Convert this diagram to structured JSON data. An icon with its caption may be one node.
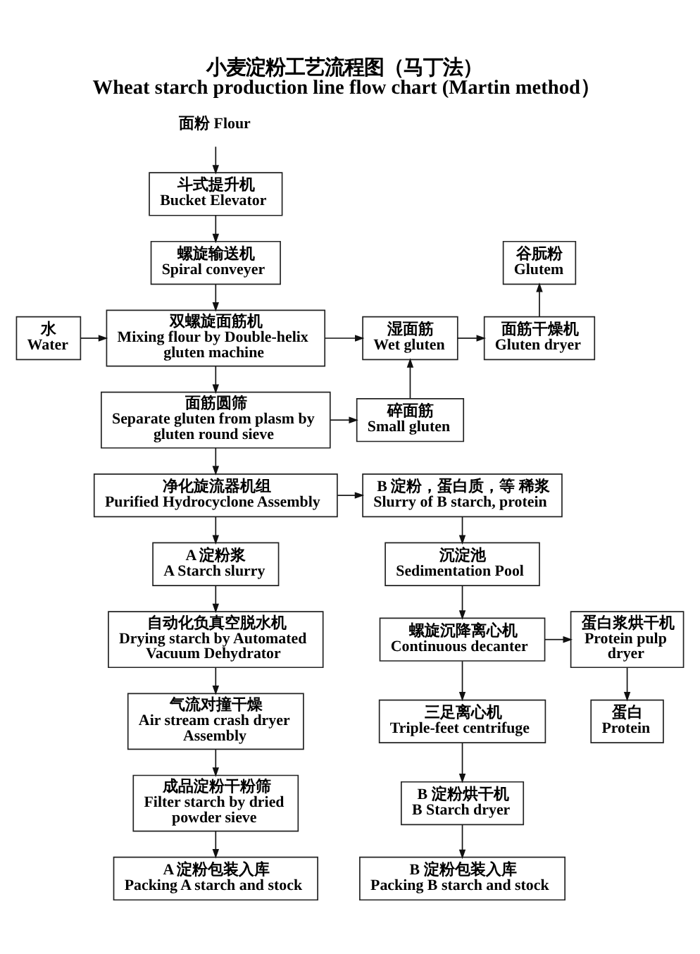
{
  "diagram": {
    "title": "小麦淀粉工艺流程图（马丁法） Wheat starch production line flow chart (Martin method）",
    "nodes": [
      {
        "text": [
          "面粉 Flour"
        ]
      },
      {
        "text": [
          "斗式提升机",
          "Bucket Elevator"
        ]
      },
      {
        "text": [
          "螺旋输送机",
          "Spiral conveyer"
        ]
      },
      {
        "text": [
          "谷朊粉",
          "Glutem"
        ]
      },
      {
        "text": [
          "水",
          "Water"
        ]
      },
      {
        "text": [
          "双螺旋面筋机",
          "Mixing flour by Double-helix gluten machine"
        ]
      },
      {
        "text": [
          "湿面筋",
          "Wet gluten"
        ]
      },
      {
        "text": [
          "面筋干燥机",
          "Gluten dryer"
        ]
      },
      {
        "text": [
          "面筋圆筛",
          "Separate gluten from plasm by gluten round sieve"
        ]
      },
      {
        "text": [
          "碎面筋",
          "Small gluten"
        ]
      },
      {
        "text": [
          "净化旋流器机组",
          "Purified Hydrocyclone Assembly"
        ]
      },
      {
        "text": [
          "B 淀粉，蛋白质，等 稀浆",
          "Slurry of B starch, protein"
        ]
      },
      {
        "text": [
          "A 淀粉浆",
          "A Starch slurry"
        ]
      },
      {
        "text": [
          "沉淀池",
          "Sedimentation Pool"
        ]
      },
      {
        "text": [
          "自动化负真空脱水机",
          "Drying starch by Automated Vacuum Dehydrator"
        ]
      },
      {
        "text": [
          "螺旋沉降离心机",
          "Continuous decanter"
        ]
      },
      {
        "text": [
          "蛋白浆烘干机",
          "Protein pulp dryer"
        ]
      },
      {
        "text": [
          "气流对撞干燥",
          "Air stream crash dryer Assembly"
        ]
      },
      {
        "text": [
          "三足离心机",
          "Triple-feet centrifuge"
        ]
      },
      {
        "text": [
          "蛋白",
          "Protein"
        ]
      },
      {
        "text": [
          "成品淀粉干粉筛",
          "Filter starch by dried powder sieve"
        ]
      },
      {
        "text": [
          "B 淀粉烘干机",
          "B Starch dryer"
        ]
      },
      {
        "text": [
          "A 淀粉包装入库",
          "Packing A starch and stock"
        ]
      },
      {
        "text": [
          "B 淀粉包装入库",
          "Packing B starch and stock"
        ]
      }
    ],
    "edges": [
      {
        "from": 0,
        "to": 1,
        "arrow": "to"
      },
      {
        "from": 1,
        "to": 2,
        "arrow": "to"
      },
      {
        "from": 2,
        "to": 5,
        "arrow": "to"
      },
      {
        "from": 4,
        "to": 5,
        "arrow": "to"
      },
      {
        "from": 5,
        "to": 6,
        "arrow": "to"
      },
      {
        "from": 6,
        "to": 7,
        "arrow": "to"
      },
      {
        "from": 7,
        "to": 3,
        "arrow": "to"
      },
      {
        "from": 5,
        "to": 8,
        "arrow": "to"
      },
      {
        "from": 8,
        "to": 9,
        "arrow": "to"
      },
      {
        "from": 9,
        "to": 6,
        "arrow": "to"
      },
      {
        "from": 8,
        "to": 10,
        "arrow": "to"
      },
      {
        "from": 10,
        "to": 11,
        "arrow": "to"
      },
      {
        "from": 10,
        "to": 12,
        "arrow": "to"
      },
      {
        "from": 11,
        "to": 13,
        "arrow": "to"
      },
      {
        "from": 12,
        "to": 14,
        "arrow": "to"
      },
      {
        "from": 13,
        "to": 15,
        "arrow": "to"
      },
      {
        "from": 15,
        "to": 16,
        "arrow": "to"
      },
      {
        "from": 16,
        "to": 19,
        "arrow": "to"
      },
      {
        "from": 14,
        "to": 17,
        "arrow": "to"
      },
      {
        "from": 15,
        "to": 18,
        "arrow": "to"
      },
      {
        "from": 17,
        "to": 20,
        "arrow": "to"
      },
      {
        "from": 18,
        "to": 21,
        "arrow": "to"
      },
      {
        "from": 20,
        "to": 22,
        "arrow": "to"
      },
      {
        "from": 21,
        "to": 23,
        "arrow": "to"
      }
    ]
  }
}
